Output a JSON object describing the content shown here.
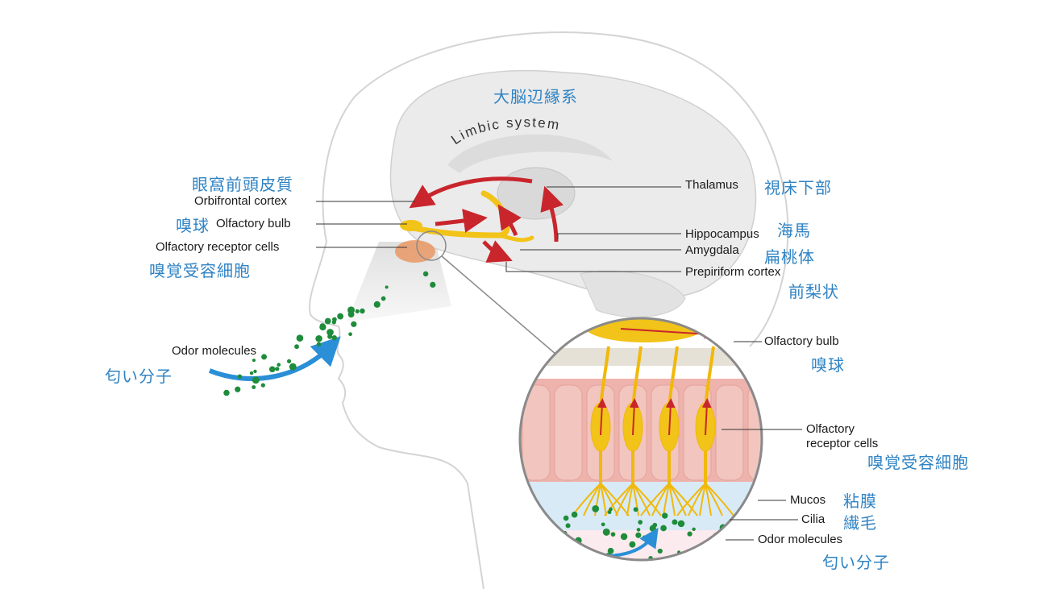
{
  "colors": {
    "japanese_label": "#2f83c4",
    "arrow": "#c8262c",
    "nerve": "#f2c318",
    "dots": "#1e8c3a"
  },
  "head": {
    "limbic_jp": "大脳辺縁系",
    "limbic_en": "Limbic system",
    "orbifrontal_jp": "眼窩前頭皮質",
    "orbifrontal_en": "Orbifrontal cortex",
    "bulb_jp": "嗅球",
    "bulb_en": "Olfactory bulb",
    "receptor_en": "Olfactory receptor cells",
    "receptor_jp": "嗅覚受容細胞",
    "thalamus_en": "Thalamus",
    "thalamus_jp": "視床下部",
    "hippocampus_en": "Hippocampus",
    "hippocampus_jp": "海馬",
    "amygdala_en": "Amygdala",
    "amygdala_jp": "扁桃体",
    "prepiriform_en": "Prepiriform cortex",
    "prepiriform_jp": "前梨状",
    "odor_en": "Odor molecules",
    "odor_jp": "匂い分子"
  },
  "inset": {
    "bulb_en": "Olfactory bulb",
    "bulb_jp": "嗅球",
    "receptor_en_1": "Olfactory",
    "receptor_en_2": "receptor cells",
    "receptor_jp": "嗅覚受容細胞",
    "mucos_en": "Mucos",
    "mucos_jp": "粘膜",
    "cilia_en": "Cilia",
    "cilia_jp": "繊毛",
    "odor_en": "Odor molecules",
    "odor_jp": "匂い分子"
  }
}
